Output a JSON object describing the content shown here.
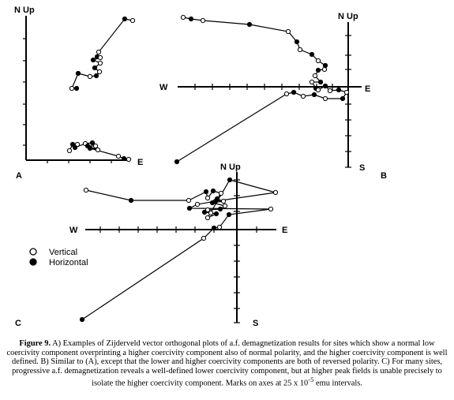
{
  "figure": {
    "panels": [
      {
        "id": "A",
        "label": "A",
        "axis_labels": {
          "up": "N Up",
          "right": "E"
        },
        "demag_path": [
          [
            168,
            26
          ],
          [
            158,
            24
          ],
          [
            125,
            66
          ],
          [
            123,
            72
          ],
          [
            127,
            73
          ],
          [
            118,
            76
          ],
          [
            127,
            80
          ],
          [
            120,
            86
          ],
          [
            126,
            91
          ],
          [
            122,
            96
          ],
          [
            114,
            97
          ],
          [
            99,
            93
          ],
          [
            91,
            112
          ],
          [
            97,
            112
          ]
        ],
        "demag_path_2": [
          [
            88,
            191
          ],
          [
            92,
            183
          ],
          [
            98,
            183
          ],
          [
            95,
            187
          ],
          [
            108,
            182
          ],
          [
            117,
            181
          ],
          [
            121,
            185
          ],
          [
            111,
            185
          ],
          [
            124,
            190
          ],
          [
            114,
            188
          ],
          [
            150,
            198
          ],
          [
            157,
            201
          ],
          [
            163,
            202
          ]
        ]
      },
      {
        "id": "B",
        "label": "B",
        "axis_labels": {
          "up": "N Up",
          "left": "W",
          "right": "E",
          "down": "S"
        },
        "demag_path": [
          [
            232,
            22
          ],
          [
            242,
            24
          ],
          [
            257,
            26
          ],
          [
            316,
            31
          ],
          [
            365,
            40
          ],
          [
            376,
            53
          ],
          [
            380,
            63
          ],
          [
            395,
            69
          ],
          [
            403,
            77
          ],
          [
            412,
            83
          ],
          [
            411,
            88
          ],
          [
            403,
            89
          ],
          [
            399,
            96
          ],
          [
            406,
            104
          ],
          [
            395,
            104
          ],
          [
            400,
            112
          ],
          [
            403,
            114
          ],
          [
            412,
            109
          ],
          [
            418,
            115
          ],
          [
            429,
            114
          ],
          [
            439,
            117
          ],
          [
            434,
            125
          ],
          [
            412,
            125
          ],
          [
            398,
            120
          ],
          [
            384,
            122
          ],
          [
            372,
            117
          ],
          [
            363,
            119
          ],
          [
            224,
            205
          ]
        ]
      },
      {
        "id": "C",
        "label": "C",
        "axis_labels": {
          "up": "N Up",
          "left": "W",
          "right": "E",
          "down": "S"
        },
        "demag_path": [
          [
            109,
            241
          ],
          [
            166,
            254
          ],
          [
            239,
            254
          ],
          [
            261,
            243
          ],
          [
            263,
            251
          ],
          [
            270,
            242
          ],
          [
            280,
            245
          ],
          [
            275,
            252
          ],
          [
            283,
            255
          ],
          [
            269,
            257
          ],
          [
            285,
            261
          ],
          [
            279,
            265
          ],
          [
            263,
            266
          ],
          [
            259,
            269
          ],
          [
            267,
            270
          ],
          [
            274,
            271
          ],
          [
            263,
            276
          ],
          [
            291,
            228
          ],
          [
            349,
            244
          ],
          [
            273,
            255
          ],
          [
            250,
            259
          ],
          [
            240,
            264
          ],
          [
            343,
            265
          ],
          [
            290,
            272
          ],
          [
            278,
            288
          ],
          [
            271,
            289
          ],
          [
            258,
            302
          ],
          [
            104,
            405
          ]
        ]
      }
    ],
    "legend": {
      "vertical_label": "Vertical",
      "horizontal_label": "Horizontal"
    }
  },
  "caption": {
    "lead": "Figure 9.",
    "text": "A) Examples of Zijderveld vector orthogonal plots of a.f. demagnetization results for sites which show a normal low coercivity component overprinting a higher coercivity component also of normal polarity, and the higher coercivity component is well defined. B) Similar to (A), except that the lower and higher coercivity components are both of reversed polarity. C) For many sites, progressive a.f. demagnetization reveals a well-defined lower coercivity component, but at higher peak fields is unable precisely to isolate the higher coercivity component. Marks on axes at 25 x 10",
    "superscript": "-5",
    "tail": " emu intervals."
  }
}
